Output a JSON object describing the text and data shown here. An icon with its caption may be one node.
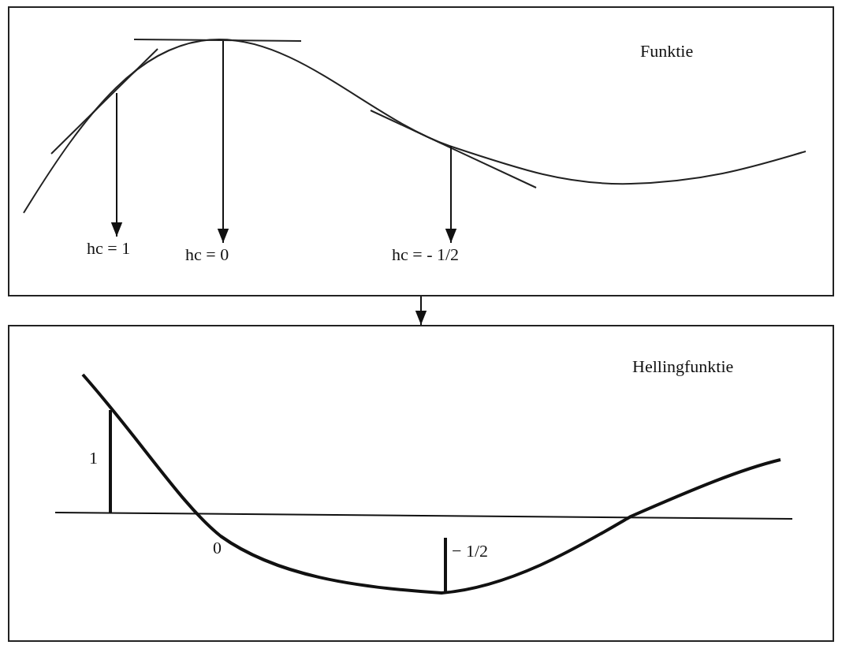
{
  "diagram": {
    "nodes": [
      {
        "text": [
          "Funktie"
        ]
      },
      {
        "text": [
          "hc = 1"
        ],
        "in": 0
      },
      {
        "text": [
          "hc = 0"
        ],
        "in": 0
      },
      {
        "text": [
          "hc = - 1/2"
        ],
        "in": 0
      },
      {
        "text": [
          "Hellingfunktie"
        ]
      }
    ],
    "edges": [
      {
        "from": 0,
        "to": 4,
        "arrow": "to"
      },
      {
        "from": null,
        "to": 1,
        "arrow": "to"
      },
      {
        "from": null,
        "to": 2,
        "arrow": "to"
      },
      {
        "from": null,
        "to": 3,
        "arrow": "to"
      }
    ],
    "labels": [
      "1",
      "0",
      "− 1/2"
    ]
  }
}
